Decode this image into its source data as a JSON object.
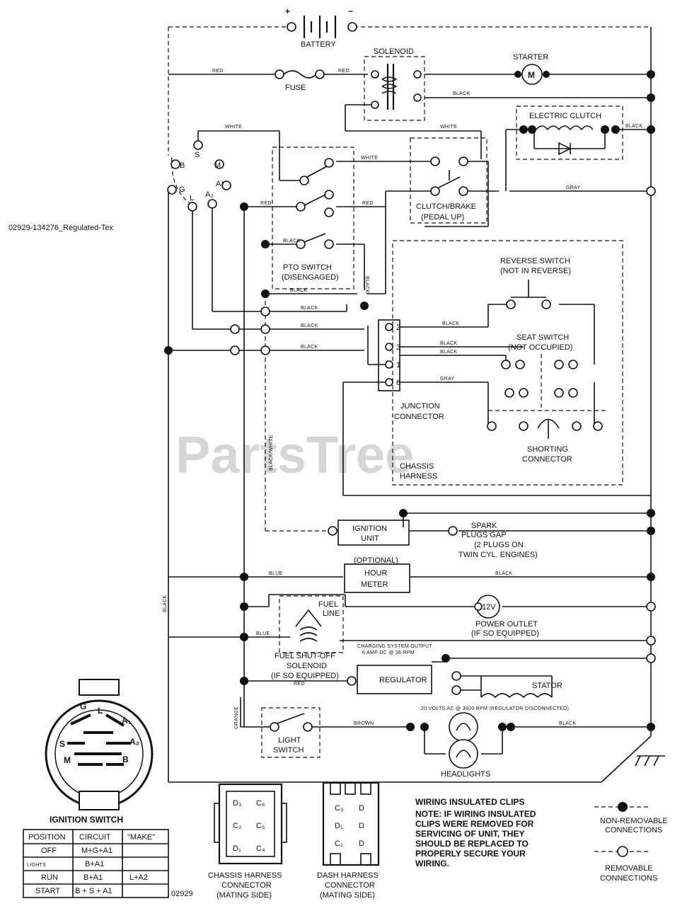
{
  "drawing_code": "02929-134276_Regulated-Tex",
  "watermark": "PartsTree",
  "figure_number": "02929",
  "components": {
    "battery": "BATTERY",
    "battery_plus": "+",
    "battery_minus": "−",
    "solenoid": "SOLENOID",
    "starter": "STARTER",
    "starter_symbol": "M",
    "fuse": "FUSE",
    "electric_clutch": "ELECTRIC CLUTCH",
    "clutch_brake": [
      "CLUTCH/BRAKE",
      "(PEDAL UP)"
    ],
    "pto_switch": [
      "PTO SWITCH",
      "(DISENGAGED)"
    ],
    "reverse_switch": [
      "REVERSE SWITCH",
      "(NOT IN REVERSE)"
    ],
    "seat_switch": [
      "SEAT SWITCH",
      "(NOT OCCUPIED)"
    ],
    "junction_connector": [
      "JUNCTION",
      "CONNECTOR"
    ],
    "shorting_connector": [
      "SHORTING",
      "CONNECTOR"
    ],
    "chassis_harness": [
      "CHASSIS",
      "HARNESS"
    ],
    "ignition_unit": [
      "IGNITION",
      "UNIT"
    ],
    "spark_plugs": [
      "SPARK",
      "PLUGS GAP",
      "(2 PLUGS ON",
      "TWIN CYL. ENGINES)"
    ],
    "hour_meter": [
      "(OPTIONAL)",
      "HOUR",
      "METER"
    ],
    "fuel_line": [
      "FUEL",
      "LINE"
    ],
    "power_outlet": [
      "12V",
      "POWER OUTLET",
      "(IF SO EQUIPPED)"
    ],
    "fuel_solenoid": [
      "FUEL SHUT-OFF",
      "SOLENOID",
      "(IF SO EQUIPPED)"
    ],
    "charging_output": [
      "CHARGING SYSTEM OUTPUT",
      "6 AMP DC @ 36 RPM"
    ],
    "regulator": "REGULATOR",
    "stator": "STATOR",
    "stator_note": "20 VOLTS AC @ 3600 RPM (REGULATOR DISCONNECTED)",
    "light_switch": [
      "LIGHT",
      "SWITCH"
    ],
    "headlights": "HEADLIGHTS"
  },
  "wire_labels": {
    "red": "RED",
    "white": "WHITE",
    "black": "BLACK",
    "gray": "GRAY",
    "blue": "BLUE",
    "brown": "BROWN",
    "orange": "ORANGE",
    "black_white": "BLACK/WHITE"
  },
  "ignition_switch_pins": {
    "s": "S",
    "b": "B",
    "m": "M",
    "l": "L",
    "g": "G",
    "a1": "A¹",
    "a2": "A₂"
  },
  "junction_pins": [
    "2",
    "3",
    "1",
    "6"
  ],
  "ignition_switch_diagram": {
    "g": "G",
    "l": "L",
    "a1": "A₁",
    "a2": "A₂",
    "s": "S",
    "m": "M",
    "b": "B"
  },
  "ignition_table": {
    "title": "IGNITION SWITCH",
    "headers": [
      "POSITION",
      "CIRCUIT",
      "\"MAKE\""
    ],
    "rows": [
      [
        "OFF",
        "M+G+A1",
        ""
      ],
      [
        "LIGHTS",
        "B+A1",
        ""
      ],
      [
        "RUN",
        "B+A1",
        "L+A2"
      ],
      [
        "START",
        "B + S + A1",
        ""
      ]
    ]
  },
  "chassis_connector": {
    "pins": [
      "D₃",
      "C₆",
      "C₂",
      "C₅",
      "D₁",
      "C₄"
    ],
    "caption": [
      "CHASSIS HARNESS",
      "CONNECTOR",
      "(MATING SIDE)"
    ]
  },
  "dash_connector": {
    "pins": [
      "C₃",
      "D",
      "D₁",
      "D",
      "C₁",
      "D"
    ],
    "caption": [
      "DASH HARNESS",
      "CONNECTOR",
      "(MATING SIDE)"
    ]
  },
  "clips_note": {
    "title": "WIRING INSULATED CLIPS",
    "lines": [
      "NOTE: IF WIRING INSULATED",
      "CLIPS WERE REMOVED FOR",
      "SERVICING OF UNIT, THEY",
      "SHOULD BE REPLACED TO",
      "PROPERLY SECURE YOUR",
      "WIRING."
    ]
  },
  "legend": {
    "non_removable": [
      "NON-REMOVABLE",
      "CONNECTIONS"
    ],
    "removable": [
      "REMOVABLE",
      "CONNECTIONS"
    ]
  }
}
